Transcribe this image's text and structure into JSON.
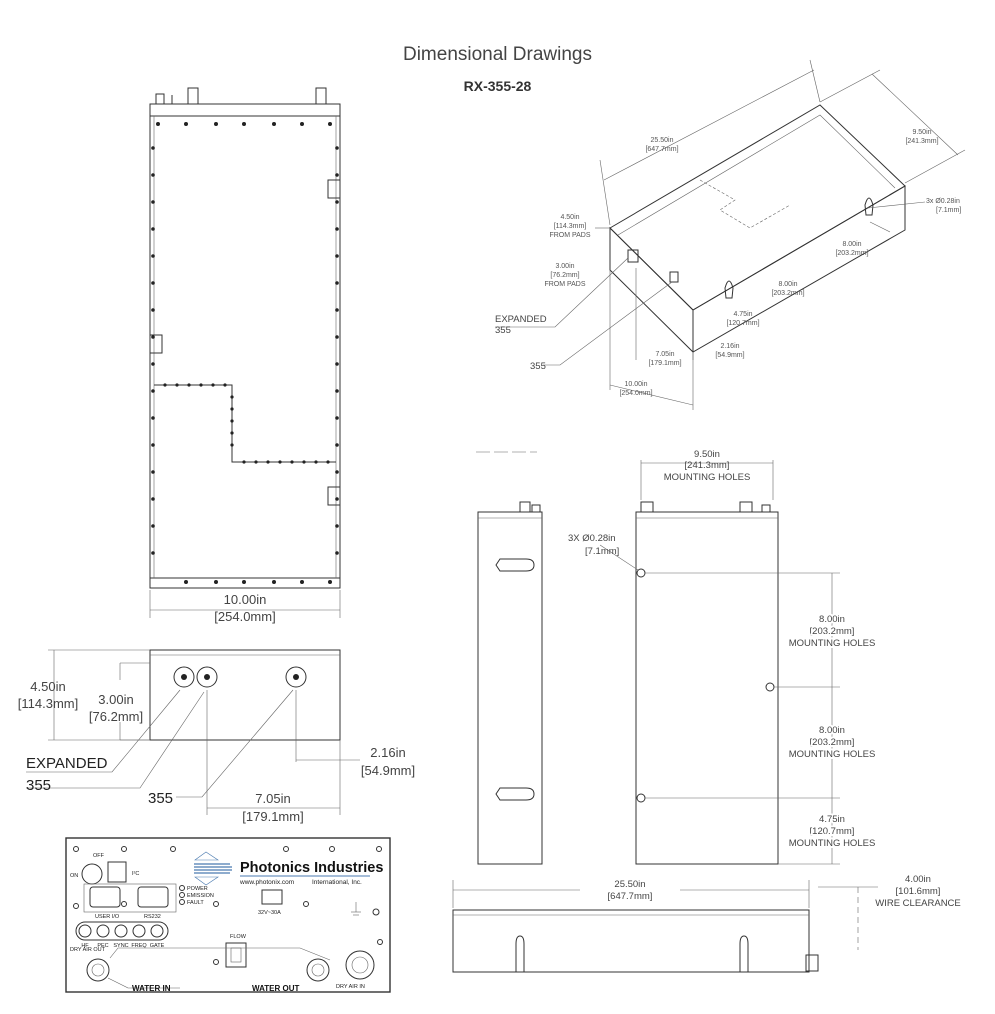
{
  "title": "Dimensional Drawings",
  "model": "RX-355-28",
  "top_view": {
    "width_in": "10.00in",
    "width_mm": "[254.0mm]"
  },
  "end_view": {
    "height_in": "4.50in",
    "height_mm": "[114.3mm]",
    "pad_in": "3.00in",
    "pad_mm": "[76.2mm]",
    "offset_in": "2.16in",
    "offset_mm": "[54.9mm]",
    "spacing_in": "7.05in",
    "spacing_mm": "[179.1mm]",
    "callout_expanded_1": "EXPANDED",
    "callout_expanded_2": "355",
    "callout_355": "355"
  },
  "iso_view": {
    "length_in": "25.50in",
    "length_mm": "[647.7mm]",
    "width_in": "9.50in",
    "width_mm": "[241.3mm]",
    "holes": "3x Ø0.28in",
    "holes_mm": "[7.1mm]",
    "h_in": "4.50in",
    "h_mm": "[114.3mm]",
    "h_pads": "FROM PADS",
    "p_in": "3.00in",
    "p_mm": "[76.2mm]",
    "p_pads": "FROM PADS",
    "m1_in": "8.00in",
    "m1_mm": "[203.2mm]",
    "m2_in": "8.00in",
    "m2_mm": "[203.2mm]",
    "m3_in": "4.75in",
    "m3_mm": "[120.7mm]",
    "o_in": "2.16in",
    "o_mm": "[54.9mm]",
    "s_in": "7.05in",
    "s_mm": "[179.1mm]",
    "w_in": "10.00in",
    "w_mm": "[254.0mm]",
    "callout_expanded_1": "EXPANDED",
    "callout_expanded_2": "355",
    "callout_355": "355"
  },
  "bottom_view": {
    "width_in": "9.50in",
    "width_mm": "[241.3mm]",
    "width_note": "MOUNTING HOLES",
    "holes": "3X  Ø0.28in",
    "holes_mm": "[7.1mm]",
    "m1_in": "8.00in",
    "m1_mm": "[203.2mm]",
    "m1_note": "MOUNTING HOLES",
    "m2_in": "8.00in",
    "m2_mm": "[203.2mm]",
    "m2_note": "MOUNTING HOLES",
    "m3_in": "4.75in",
    "m3_mm": "[120.7mm]",
    "m3_note": "MOUNTING HOLES"
  },
  "side_view": {
    "length_in": "25.50in",
    "length_mm": "[647.7mm]",
    "clear_in": "4.00in",
    "clear_mm": "[101.6mm]",
    "clear_note": "WIRE CLEARANCE"
  },
  "panel": {
    "brand": "Photonics Industries",
    "website": "www.photonix.com",
    "company": "International, Inc.",
    "off": "OFF",
    "on": "ON",
    "led_power": "POWER",
    "led_emission": "EMISSION",
    "led_fault": "FAULT",
    "port_user": "USER I/O",
    "port_rs": "RS232",
    "power_rating": "32V~30A",
    "flow": "FLOW",
    "jack_labels": [
      "HF",
      "PEC",
      "SYNC",
      "FREQ",
      "GATE"
    ],
    "water_in": "WATER IN",
    "water_out": "WATER OUT",
    "dry_air_out": "DRY AIR OUT",
    "dry_air_in": "DRY AIR IN"
  },
  "colors": {
    "line": "#333333",
    "text": "#444444",
    "background": "#ffffff"
  }
}
